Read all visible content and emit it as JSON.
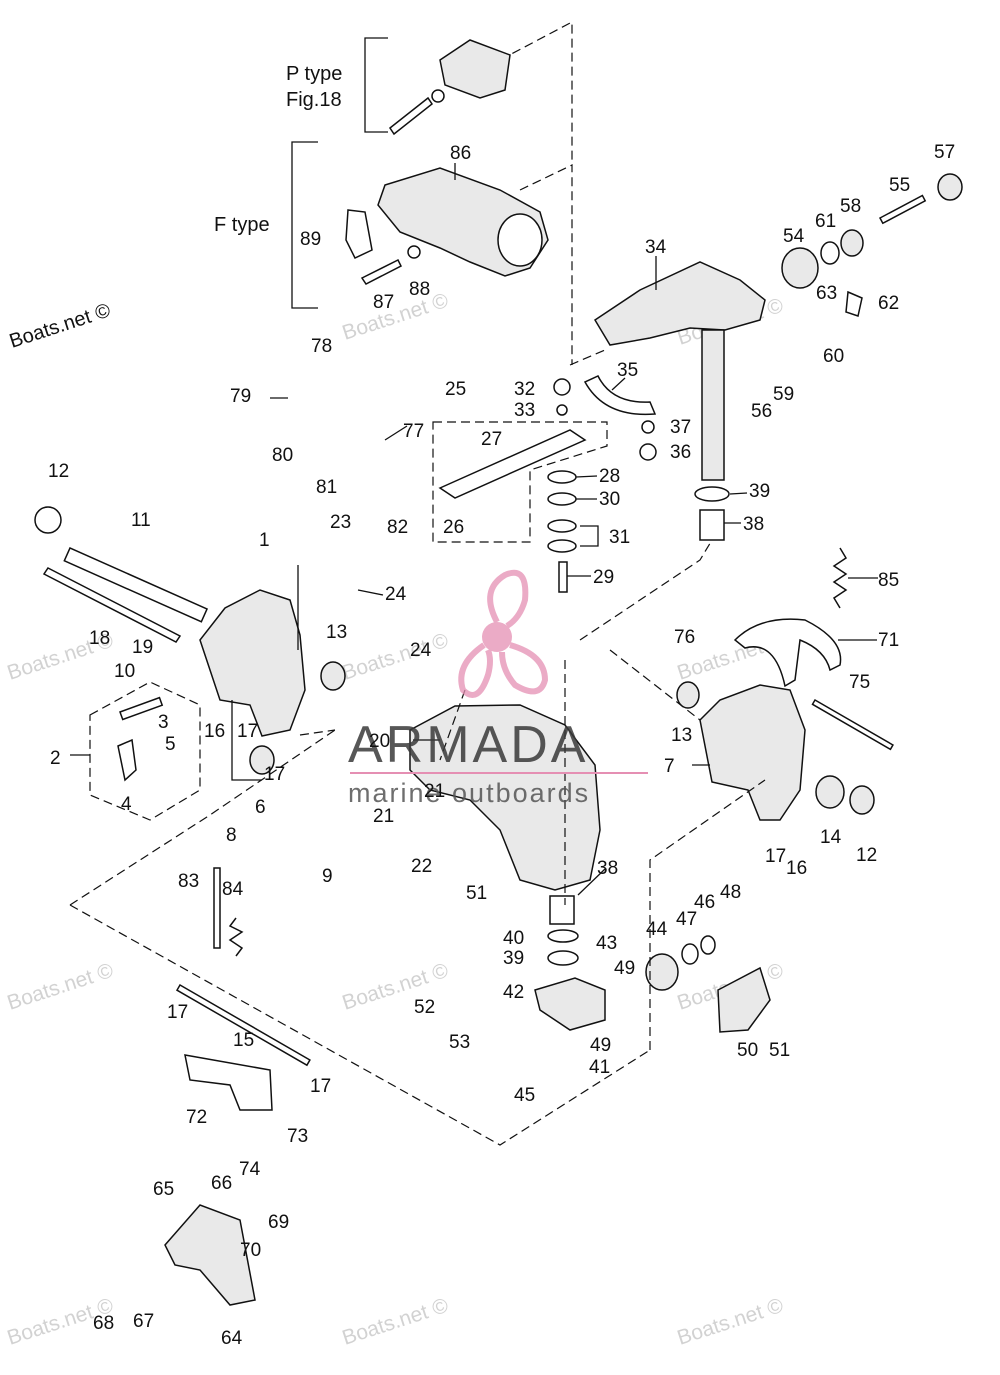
{
  "type_labels": {
    "p_type": "P type",
    "p_fig": "Fig.18",
    "f_type": "F type"
  },
  "copyright": "Boats.net ©",
  "watermark": "Boats.net ©",
  "brand": {
    "name": "ARMADA",
    "tagline": "marine outboards",
    "accent_color": "#e58fb3",
    "icon": "propeller-icon"
  },
  "callouts": [
    "1",
    "2",
    "3",
    "4",
    "5",
    "6",
    "7",
    "8",
    "9",
    "10",
    "11",
    "12",
    "12",
    "13",
    "13",
    "14",
    "15",
    "16",
    "16",
    "17",
    "17",
    "17",
    "17",
    "17",
    "18",
    "19",
    "20",
    "21",
    "21",
    "22",
    "23",
    "24",
    "24",
    "25",
    "26",
    "27",
    "28",
    "29",
    "30",
    "31",
    "32",
    "33",
    "34",
    "35",
    "36",
    "37",
    "38",
    "38",
    "39",
    "39",
    "40",
    "41",
    "42",
    "43",
    "44",
    "45",
    "46",
    "47",
    "48",
    "49",
    "49",
    "50",
    "51",
    "51",
    "52",
    "53",
    "54",
    "55",
    "56",
    "57",
    "58",
    "59",
    "60",
    "61",
    "62",
    "63",
    "64",
    "65",
    "66",
    "67",
    "68",
    "69",
    "70",
    "71",
    "72",
    "73",
    "74",
    "75",
    "76",
    "77",
    "78",
    "79",
    "80",
    "81",
    "82",
    "83",
    "84",
    "85",
    "86",
    "87",
    "88",
    "89"
  ]
}
